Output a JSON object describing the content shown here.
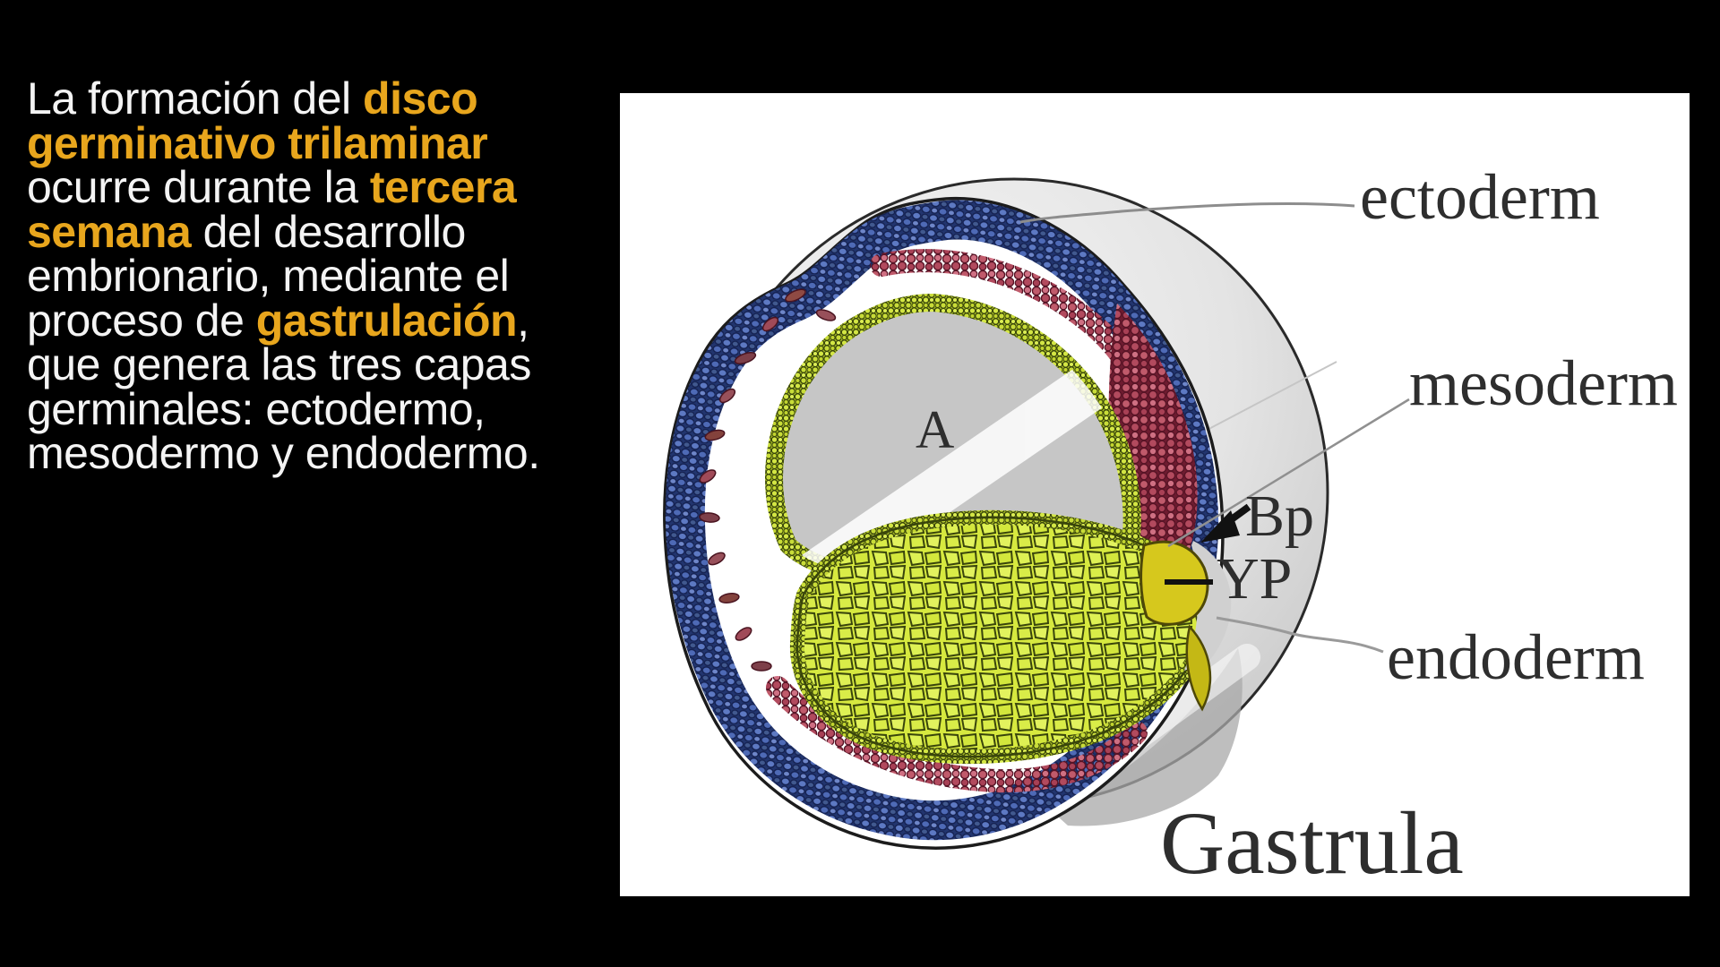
{
  "slide": {
    "background_color": "#000000",
    "text_color": "#f4f4f4",
    "highlight_color": "#e8a61d",
    "paragraph_runs": [
      {
        "text": "La formación del ",
        "highlight": false
      },
      {
        "text": "disco\ngerminativo trilaminar",
        "highlight": true
      },
      {
        "text": "\nocurre durante la ",
        "highlight": false
      },
      {
        "text": "tercera\nsemana",
        "highlight": true
      },
      {
        "text": " del desarrollo\nembrionario, mediante el\nproceso de ",
        "highlight": false
      },
      {
        "text": "gastrulación",
        "highlight": true
      },
      {
        "text": ",\nque genera las tres capas\ngerminales: ectodermo,\nmesodermo y endodermo.",
        "highlight": false
      }
    ]
  },
  "diagram": {
    "title": "Gastrula",
    "labels": {
      "ectoderm": "ectoderm",
      "mesoderm": "mesoderm",
      "endoderm": "endoderm",
      "blastopore_abbr": "Bp",
      "yolk_plug_abbr": "YP",
      "archenteron_letter": "A"
    },
    "colors": {
      "ectoderm_blue": "#4f6ab2",
      "mesoderm_red": "#bf5a66",
      "endoderm_green": "#cfe03c",
      "yolk_plug_yellow": "#d6c81d",
      "sphere_gray": "#d9d9d9",
      "label_text": "#2e2e2e",
      "panel_bg": "#ffffff"
    }
  }
}
